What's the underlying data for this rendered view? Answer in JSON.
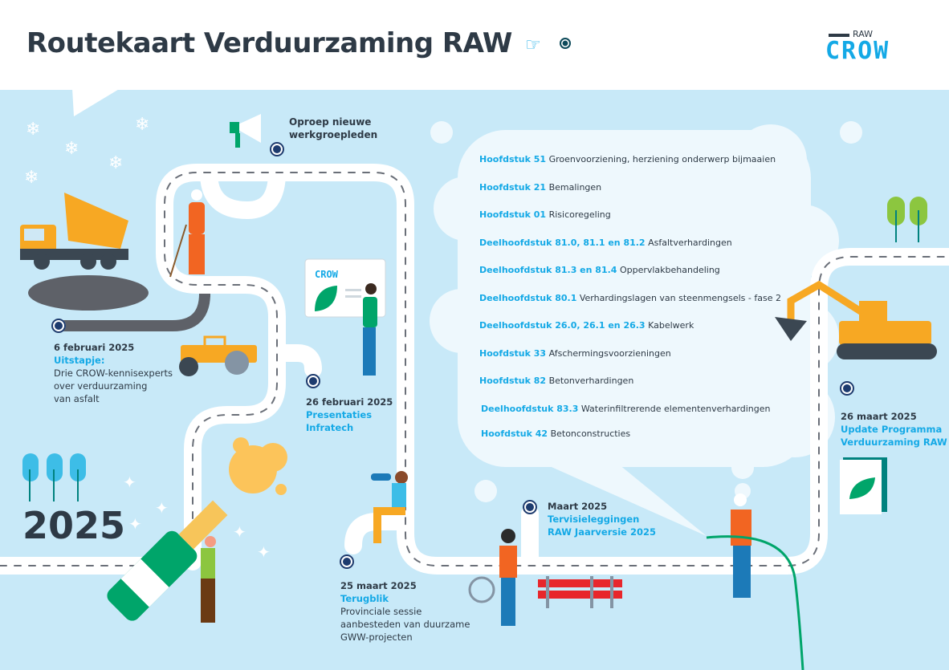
{
  "header": {
    "title": "Routekaart Verduurzaming RAW",
    "logo_top": "RAW",
    "logo_main": "CROW",
    "pointer_icon": "hand-pointing-icon"
  },
  "callout": {
    "line1": "Oproep nieuwe",
    "line2": "werkgroepleden"
  },
  "year": "2025",
  "events": [
    {
      "date": "6 februari 2025",
      "title": "Uitstapje:",
      "desc": [
        "Drie CROW-kennisexperts",
        "over verduurzaming",
        "van asfalt"
      ]
    },
    {
      "date": "26 februari 2025",
      "title": [
        "Presentaties",
        "Infratech"
      ]
    },
    {
      "date": "25 maart 2025",
      "title": "Terugblik",
      "desc": [
        "Provinciale sessie",
        "aanbesteden van duurzame",
        "GWW-projecten"
      ]
    },
    {
      "date": "Maart 2025",
      "title": [
        "Tervisieleggingen",
        "RAW Jaarversie 2025"
      ]
    },
    {
      "date": "26 maart 2025",
      "title": [
        "Update Programma",
        "Verduurzaming RAW"
      ]
    }
  ],
  "board_logo": "CROW",
  "chapters": [
    {
      "key": "Hoofdstuk 51",
      "text": "Groenvoorziening, herziening onderwerp bijmaaien"
    },
    {
      "key": "Hoofdstuk 21",
      "text": "Bemalingen"
    },
    {
      "key": "Hoofdstuk 01",
      "text": "Risicoregeling"
    },
    {
      "key": "Deelhoofdstuk 81.0, 81.1 en 81.2",
      "text": "Asfaltverhardingen"
    },
    {
      "key": "Deelhoofdstuk 81.3 en 81.4",
      "text": "Oppervlakbehandeling"
    },
    {
      "key": "Deelhoofdstuk 80.1",
      "text": "Verhardingslagen van steenmengsels - fase 2"
    },
    {
      "key": "Deelhoofdstuk 26.0, 26.1 en 26.3",
      "text": "Kabelwerk"
    },
    {
      "key": "Hoofdstuk 33",
      "text": "Afschermingsvoorzieningen"
    },
    {
      "key": "Hoofdstuk 82",
      "text": "Betonverhardingen"
    },
    {
      "key": "Deelhoofdstuk 83.3",
      "text": "Waterinfiltrerende elementenverhardingen"
    },
    {
      "key": "Hoofdstuk 42",
      "text": "Betonconstructies"
    }
  ],
  "colors": {
    "accent": "#14a9e6",
    "navy": "#1d3b6e",
    "sky": "#c8e9f8",
    "text": "#2e3a46"
  }
}
